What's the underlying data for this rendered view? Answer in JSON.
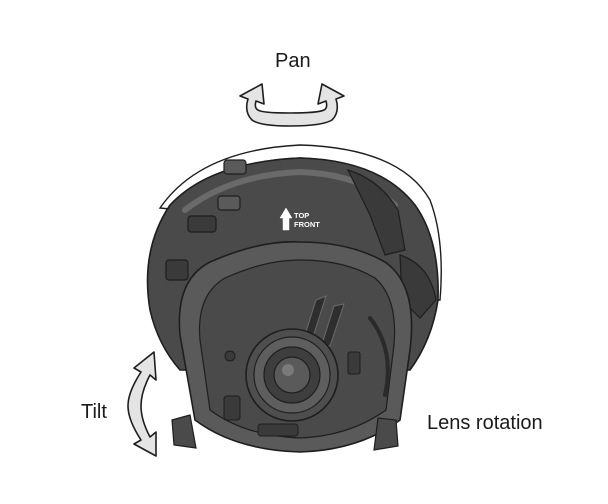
{
  "labels": {
    "pan": "Pan",
    "tilt": "Tilt",
    "lens_rotation": "Lens rotation"
  },
  "marking": {
    "line1": "TOP",
    "line2": "FRONT"
  },
  "colors": {
    "camera_body": "#4a4a4a",
    "camera_dark": "#2e2e2e",
    "camera_light": "#6a6a6a",
    "arrow_fill": "#e4e4e4",
    "outline": "#1e1e1e"
  }
}
